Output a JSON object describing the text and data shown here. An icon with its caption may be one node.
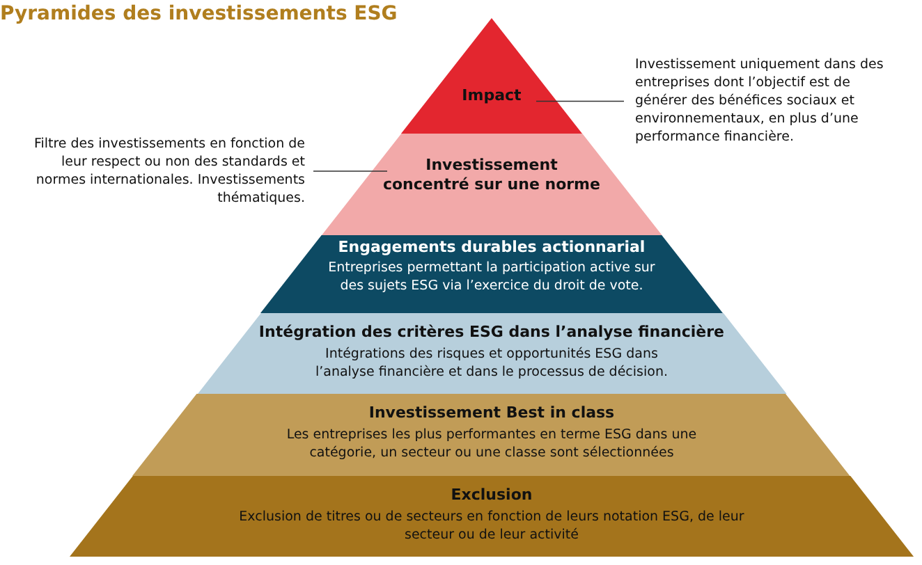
{
  "diagram": {
    "title": "Pyramides des investissements ESG",
    "nodes": [
      {
        "text": [
          "Impact"
        ]
      },
      {
        "text": [
          "Investissement uniquement dans des entreprises dont l’objectif est de générer des bénéfices sociaux et environnementaux, en plus d’une performance financière."
        ]
      },
      {
        "text": [
          "Filtre des investissements en fonction de leur respect ou non des standards et normes internationales. Investissements thématiques."
        ]
      },
      {
        "text": [
          "Investissement concentré sur une norme"
        ]
      },
      {
        "text": [
          "Engagements durables actionnarial",
          "Entreprises permettant la participation active sur des sujets ESG via l’exercice du droit de vote."
        ]
      },
      {
        "text": [
          "Intégration des critères ESG dans l’analyse financière",
          "Intégrations des risques et opportunités ESG dans l’analyse financière et dans le processus de décision."
        ]
      },
      {
        "text": [
          "Investissement Best in class",
          "Les entreprises les plus performantes en terme ESG dans une catégorie, un secteur ou une classe sont sélectionnées"
        ]
      },
      {
        "text": [
          "Exclusion",
          "Exclusion de titres ou de secteurs en fonction de leurs notation ESG, de leur secteur ou de leur activité"
        ]
      }
    ],
    "edges": [
      {
        "from": 1,
        "to": 0,
        "arrow": "none"
      },
      {
        "from": 2,
        "to": 3,
        "arrow": "none"
      }
    ]
  }
}
